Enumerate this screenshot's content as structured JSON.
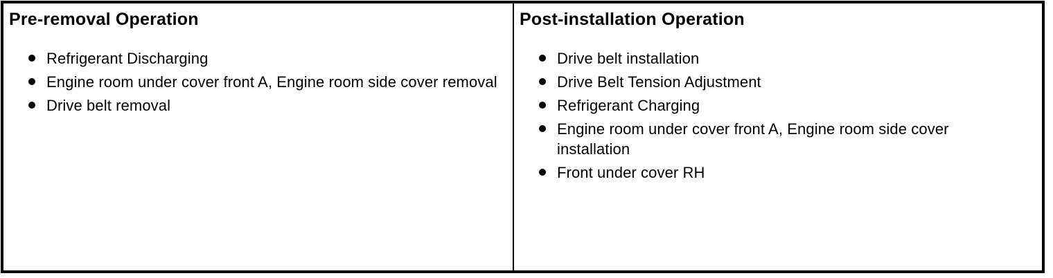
{
  "colors": {
    "background": "#ffffff",
    "border": "#000000",
    "text": "#000000"
  },
  "columns": [
    {
      "header": "Pre-removal Operation",
      "items": [
        "Refrigerant Discharging",
        "Engine room under cover front A, Engine room side cover removal",
        "Drive belt removal"
      ]
    },
    {
      "header": "Post-installation Operation",
      "items": [
        "Drive belt installation",
        "Drive Belt Tension Adjustment",
        "Refrigerant Charging",
        "Engine room under cover front A, Engine room side cover installation",
        "Front under cover RH"
      ]
    }
  ]
}
